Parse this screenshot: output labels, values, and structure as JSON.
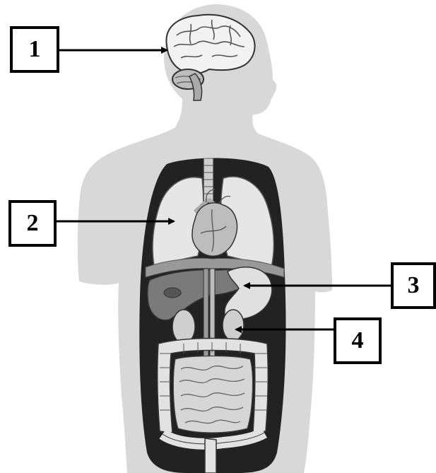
{
  "labels": [
    {
      "id": "1",
      "text": "1"
    },
    {
      "id": "2",
      "text": "2"
    },
    {
      "id": "3",
      "text": "3"
    },
    {
      "id": "4",
      "text": "4"
    }
  ],
  "colors": {
    "silhouette": "#d8d8d8",
    "cavity": "#222222",
    "organ_light": "#e6e6e6",
    "organ_mid": "#b5b5b5",
    "organ_dark": "#7a7a7a",
    "outline": "#333333",
    "arrow": "#000000"
  }
}
